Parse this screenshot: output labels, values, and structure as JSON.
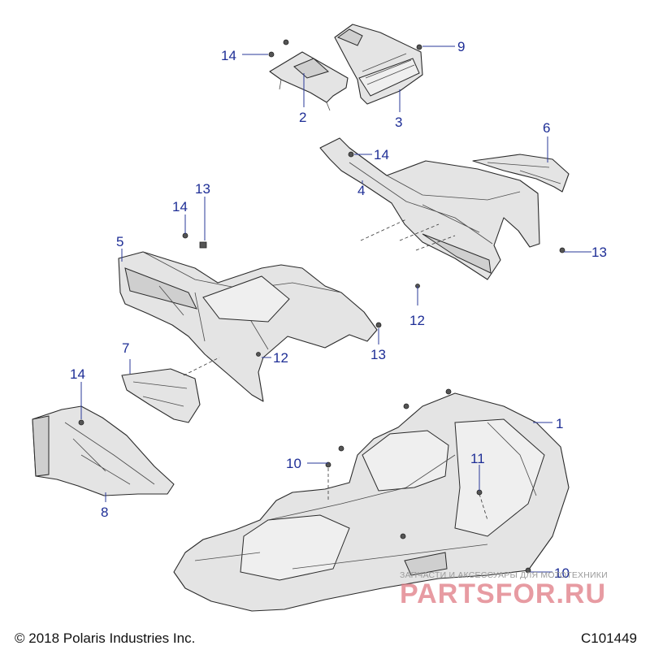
{
  "callouts": {
    "c1": "1",
    "c2": "2",
    "c3": "3",
    "c4": "4",
    "c5": "5",
    "c6": "6",
    "c7": "7",
    "c8": "8",
    "c9": "9",
    "c10a": "10",
    "c10b": "10",
    "c11": "11",
    "c12a": "12",
    "c12b": "12",
    "c13a": "13",
    "c13b": "13",
    "c13c": "13",
    "c14a": "14",
    "c14b": "14",
    "c14c": "14",
    "c14d": "14"
  },
  "footer": {
    "copyright": "© 2018 Polaris Industries Inc.",
    "diagram_id": "C101449"
  },
  "watermark": {
    "tagline": "ЗАПЧАСТИ И АКСЕССУАРЫ ДЛЯ МОТОТЕХНИКИ",
    "brand": "PARTSFOR.RU"
  },
  "colors": {
    "callout": "#1e2e96",
    "part_fill": "#e4e4e4",
    "watermark_brand": "#e07a84"
  }
}
